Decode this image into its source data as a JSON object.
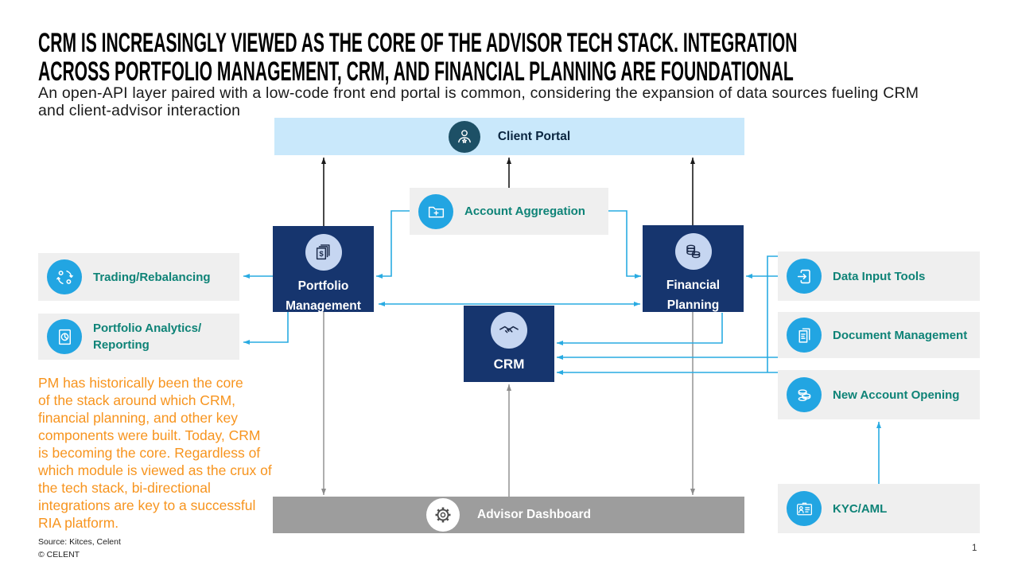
{
  "page": {
    "title": "CRM IS INCREASINGLY VIEWED AS THE CORE OF THE ADVISOR TECH STACK. INTEGRATION\nACROSS PORTFOLIO MANAGEMENT, CRM, AND FINANCIAL PLANNING ARE FOUNDATIONAL",
    "subtitle": "An open-API layer paired with a low-code front end portal is common, considering the expansion of data sources fueling CRM\nand client-advisor interaction",
    "note": "PM has historically been the core\nof the stack around which CRM,\nfinancial planning, and other key\ncomponents were built. Today, CRM\nis becoming the core. Regardless of\nwhich module is viewed as the crux of\nthe tech stack, bi-directional\nintegrations are key to a successful\nRIA platform.",
    "footer": {
      "source": "Source: Kitces, Celent",
      "copyright": "© CELENT",
      "page_number": "1"
    }
  },
  "diagram": {
    "client_portal": {
      "label": "Client Portal",
      "icon": "user-star-icon"
    },
    "account_aggregation": {
      "label": "Account Aggregation",
      "icon": "folder-plus-icon"
    },
    "portfolio_management": {
      "label": "Portfolio Management",
      "icon": "documents-dollar-icon"
    },
    "financial_planning": {
      "label": "Financial Planning",
      "icon": "coin-stacks-icon"
    },
    "crm": {
      "label": "CRM",
      "icon": "handshake-icon"
    },
    "advisor_dashboard": {
      "label": "Advisor Dashboard",
      "icon": "gear-icon"
    },
    "trading_rebalancing": {
      "label": "Trading/Rebalancing",
      "icon": "cycle-arrows-icon"
    },
    "portfolio_analytics": {
      "label": "Portfolio Analytics/ Reporting",
      "icon": "document-pie-icon"
    },
    "data_input_tools": {
      "label": "Data Input Tools",
      "icon": "arrow-into-doc-icon"
    },
    "document_management": {
      "label": "Document Management",
      "icon": "documents-icon"
    },
    "new_account_opening": {
      "label": "New Account Opening",
      "icon": "coins-icon"
    },
    "kyc_aml": {
      "label": "KYC/AML",
      "icon": "id-card-icon"
    }
  },
  "colors": {
    "navy_box": "#16356E",
    "portal_blue": "#C9E8FB",
    "gray_box": "#EFEFEF",
    "dashboard_gray": "#9D9D9D",
    "teal_label": "#0E8377",
    "icon_circle_blue": "#22A5E2",
    "icon_circle_periwinkle": "#C6D6F1",
    "connector_blue": "#29ABE2",
    "connector_gray": "#8C8C8C",
    "connector_black": "#1a1a1a",
    "note_orange": "#F7941E"
  }
}
